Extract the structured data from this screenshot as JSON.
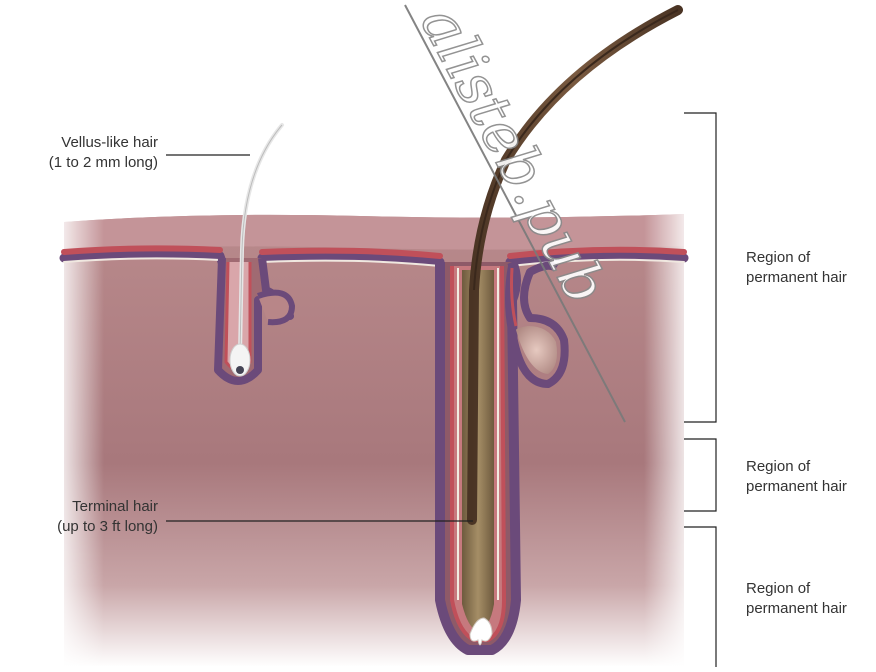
{
  "labels": {
    "vellus": {
      "line1": "Vellus-like hair",
      "line2": "(1 to 2 mm long)"
    },
    "terminal": {
      "line1": "Terminal hair",
      "line2": "(up to 3 ft long)"
    }
  },
  "regions": [
    {
      "line1": "Region of",
      "line2": "permanent hair"
    },
    {
      "line1": "Region of",
      "line2": "permanent hair"
    },
    {
      "line1": "Region of",
      "line2": "permanent hair"
    }
  ],
  "watermark": "alisteb.pub",
  "colors": {
    "dermis": "#b88a8a",
    "epidermis_outer": "#6b4a7a",
    "epidermis_inner": "#c0505a",
    "hair_terminal": "#5a4030",
    "hair_vellus": "#e8e8e8"
  }
}
